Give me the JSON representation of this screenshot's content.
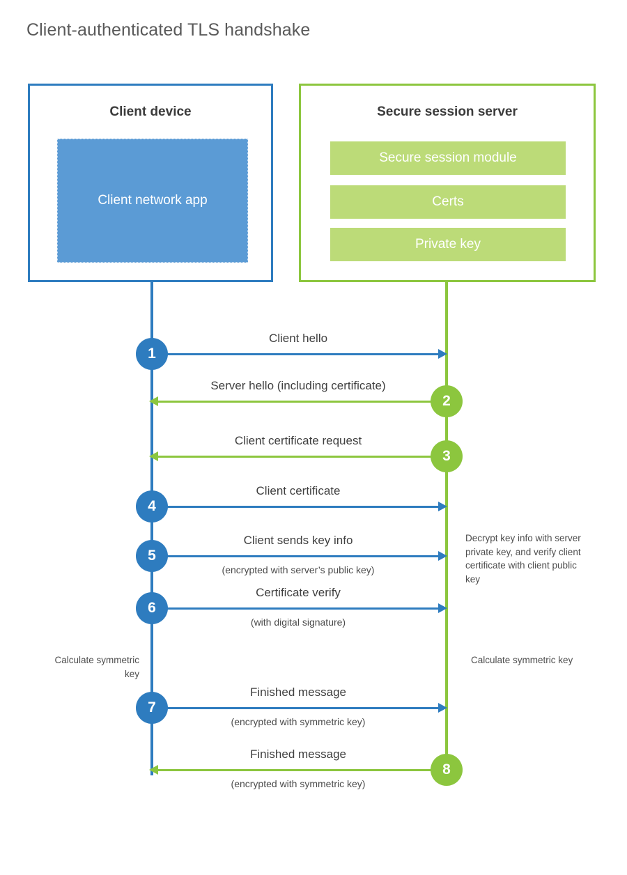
{
  "title": "Client-authenticated TLS handshake",
  "colors": {
    "client_border": "#2e7cbf",
    "client_fill": "#5b9bd5",
    "server_border": "#8cc63e",
    "server_fill": "#bcdb78",
    "title_text": "#5a5a5a",
    "body_text": "#3f3f3f"
  },
  "client": {
    "title": "Client device",
    "app_label": "Client network app"
  },
  "server": {
    "title": "Secure session server",
    "blocks": [
      {
        "label": "Secure session module"
      },
      {
        "label": "Certs"
      },
      {
        "label": "Private key"
      }
    ]
  },
  "steps": [
    {
      "number": "1",
      "label": "Client hello",
      "sublabel": "",
      "direction": "client-to-server",
      "color": "blue"
    },
    {
      "number": "2",
      "label": "Server hello (including certificate)",
      "sublabel": "",
      "direction": "server-to-client",
      "color": "green"
    },
    {
      "number": "3",
      "label": "Client certificate request",
      "sublabel": "",
      "direction": "server-to-client",
      "color": "green"
    },
    {
      "number": "4",
      "label": "Client certificate",
      "sublabel": "",
      "direction": "client-to-server",
      "color": "blue"
    },
    {
      "number": "5",
      "label": "Client sends key info",
      "sublabel": "(encrypted with server’s public key)",
      "direction": "client-to-server",
      "color": "blue"
    },
    {
      "number": "6",
      "label": "Certificate verify",
      "sublabel": "(with digital signature)",
      "direction": "client-to-server",
      "color": "blue"
    },
    {
      "number": "7",
      "label": "Finished message",
      "sublabel": "(encrypted with symmetric key)",
      "direction": "client-to-server",
      "color": "blue"
    },
    {
      "number": "8",
      "label": "Finished message",
      "sublabel": "(encrypted with symmetric key)",
      "direction": "server-to-client",
      "color": "green"
    }
  ],
  "annotations": {
    "server_decrypt": "Decrypt key info with server private key, and verify client certificate with client public key",
    "client_calculate": "Calculate symmetric key",
    "server_calculate": "Calculate symmetric key"
  }
}
